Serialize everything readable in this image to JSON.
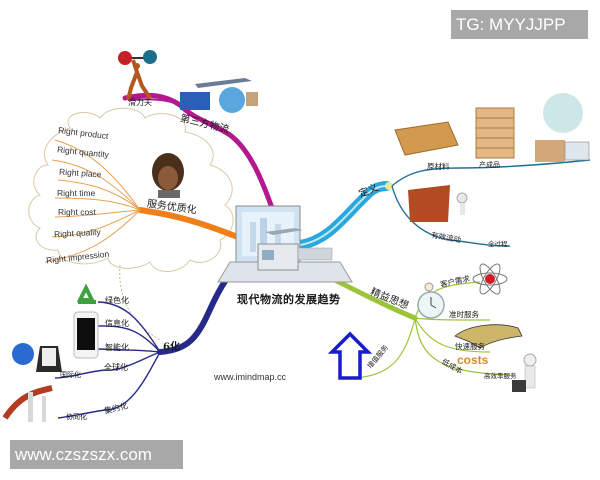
{
  "watermarks": {
    "top_right": "TG: MYYJJPP",
    "bottom_left": "www.czszszx.com"
  },
  "mindmap": {
    "central_topic": "现代物流的发展趋势",
    "credit": "www.imindmap.cc",
    "colors": {
      "third_party": "#b5178f",
      "service": "#f07f1a",
      "six": "#252a8a",
      "definition": "#2aa8dc",
      "lean": "#9cc43a",
      "cloud": "#c9b28a"
    },
    "branches": {
      "third_party": {
        "label": "第三方物流",
        "children": [
          {
            "label": "滑力夫"
          }
        ]
      },
      "service": {
        "label": "服务优质化",
        "children": [
          {
            "label": "Right product"
          },
          {
            "label": "Right quantity"
          },
          {
            "label": "Right place"
          },
          {
            "label": "Right time"
          },
          {
            "label": "Right cost"
          },
          {
            "label": "Right quality"
          },
          {
            "label": "Right impression"
          }
        ]
      },
      "six": {
        "label": "6化",
        "children": [
          {
            "label": "绿色化"
          },
          {
            "label": "信息化"
          },
          {
            "label": "智能化"
          },
          {
            "label": "全球化"
          },
          {
            "label": "国际化"
          },
          {
            "label": "集约化"
          },
          {
            "label": "协同化"
          }
        ]
      },
      "definition": {
        "label": "定义",
        "children": [
          {
            "label": "原材料"
          },
          {
            "label": "产成品"
          },
          {
            "label": "有效流动"
          },
          {
            "label": "全过程"
          }
        ]
      },
      "lean": {
        "label": "精益思想",
        "children": [
          {
            "label": "客户需求"
          },
          {
            "label": "准时服务"
          },
          {
            "label": "快速服务"
          },
          {
            "label": "低成本"
          },
          {
            "label": "高效率服务"
          },
          {
            "label": "增值服务"
          }
        ],
        "costs_text": "costs"
      }
    }
  }
}
